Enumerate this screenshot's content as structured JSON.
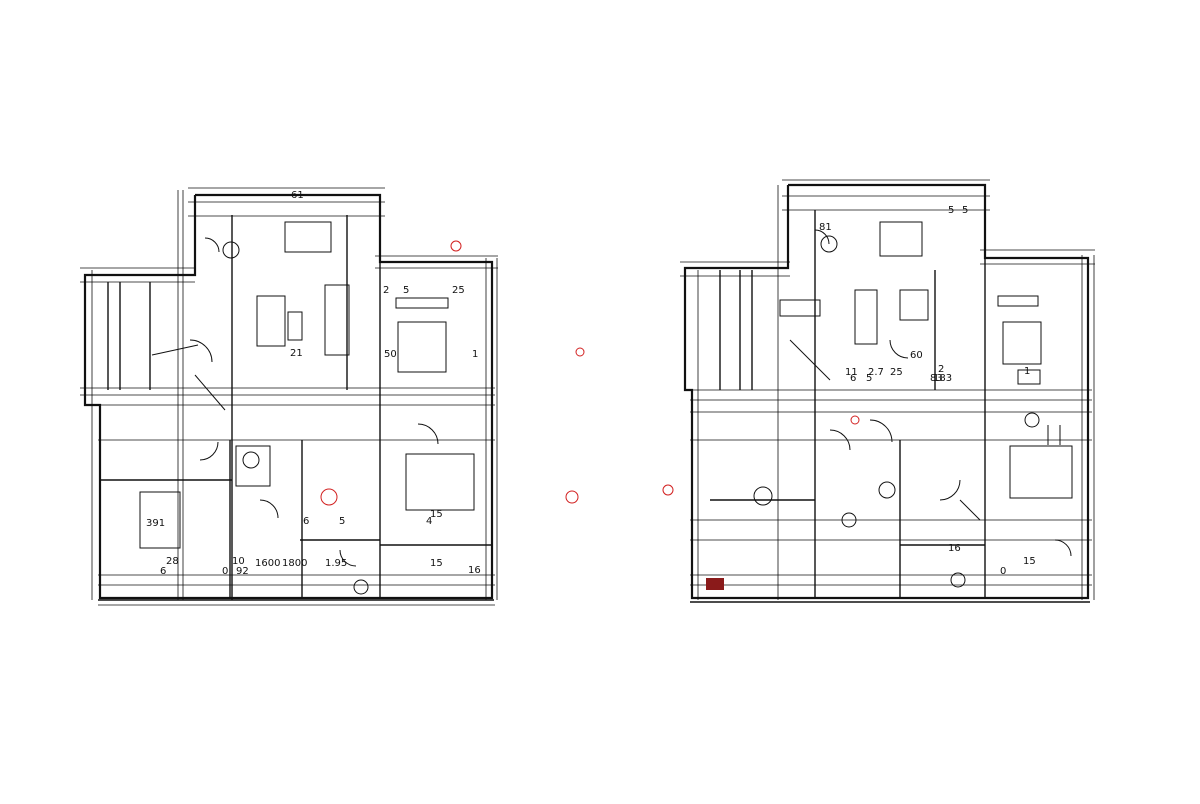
{
  "colors": {
    "line": "#111111",
    "accent": "#d22020",
    "paper": "#ffffff"
  },
  "plans": [
    {
      "id": "left",
      "labels": [
        {
          "text": "2",
          "role": "dimension"
        },
        {
          "text": "5",
          "role": "dimension"
        },
        {
          "text": "25",
          "role": "dimension"
        },
        {
          "text": "50",
          "role": "dimension"
        },
        {
          "text": "1",
          "role": "dimension"
        },
        {
          "text": "15",
          "role": "dimension"
        },
        {
          "text": "4",
          "role": "dimension"
        },
        {
          "text": "391",
          "role": "dimension"
        },
        {
          "text": "6",
          "role": "dimension"
        },
        {
          "text": "28",
          "role": "dimension"
        },
        {
          "text": "10",
          "role": "dimension"
        },
        {
          "text": "1600",
          "role": "dimension"
        },
        {
          "text": "1800",
          "role": "dimension"
        },
        {
          "text": "92",
          "role": "dimension"
        },
        {
          "text": "1.95",
          "role": "dimension"
        },
        {
          "text": "6",
          "role": "dimension"
        },
        {
          "text": "5",
          "role": "dimension"
        },
        {
          "text": "15",
          "role": "dimension"
        },
        {
          "text": "16",
          "role": "dimension"
        },
        {
          "text": "0",
          "role": "dimension"
        },
        {
          "text": "61",
          "role": "dimension"
        },
        {
          "text": "21",
          "role": "dimension"
        }
      ]
    },
    {
      "id": "right",
      "labels": [
        {
          "text": "5",
          "role": "dimension"
        },
        {
          "text": "5",
          "role": "dimension"
        },
        {
          "text": "60",
          "role": "dimension"
        },
        {
          "text": "2",
          "role": "dimension"
        },
        {
          "text": "183",
          "role": "dimension"
        },
        {
          "text": "2.7",
          "role": "dimension"
        },
        {
          "text": "25",
          "role": "dimension"
        },
        {
          "text": "83",
          "role": "dimension"
        },
        {
          "text": "11",
          "role": "dimension"
        },
        {
          "text": "6",
          "role": "dimension"
        },
        {
          "text": "5",
          "role": "dimension"
        },
        {
          "text": "15",
          "role": "dimension"
        },
        {
          "text": "16",
          "role": "dimension"
        },
        {
          "text": "1",
          "role": "dimension"
        },
        {
          "text": "0",
          "role": "dimension"
        },
        {
          "text": "81",
          "role": "dimension"
        }
      ]
    }
  ]
}
